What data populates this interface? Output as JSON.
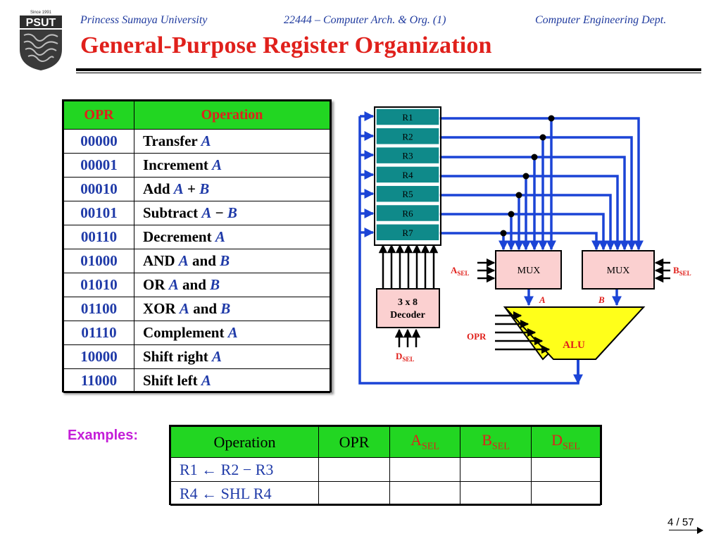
{
  "header": {
    "university": "Princess Sumaya University",
    "course": "22444 – Computer Arch. & Org. (1)",
    "department": "Computer Engineering Dept.",
    "title": "General-Purpose Register Organization"
  },
  "logo": {
    "text": "PSUT",
    "since": "Since 1991"
  },
  "opr_table": {
    "headers": [
      "OPR",
      "Operation"
    ],
    "rows": [
      {
        "code": "00000",
        "parts": [
          {
            "t": "Transfer ",
            "k": "s"
          },
          {
            "t": "A",
            "k": "v"
          }
        ]
      },
      {
        "code": "00001",
        "parts": [
          {
            "t": "Increment ",
            "k": "s"
          },
          {
            "t": "A",
            "k": "v"
          }
        ]
      },
      {
        "code": "00010",
        "parts": [
          {
            "t": "Add ",
            "k": "s"
          },
          {
            "t": "A",
            "k": "v"
          },
          {
            "t": " + ",
            "k": "s"
          },
          {
            "t": "B",
            "k": "v"
          }
        ]
      },
      {
        "code": "00101",
        "parts": [
          {
            "t": "Subtract ",
            "k": "s"
          },
          {
            "t": "A",
            "k": "v"
          },
          {
            "t": " − ",
            "k": "s"
          },
          {
            "t": "B",
            "k": "v"
          }
        ]
      },
      {
        "code": "00110",
        "parts": [
          {
            "t": "Decrement ",
            "k": "s"
          },
          {
            "t": "A",
            "k": "v"
          }
        ]
      },
      {
        "code": "01000",
        "parts": [
          {
            "t": "AND ",
            "k": "s"
          },
          {
            "t": "A",
            "k": "v"
          },
          {
            "t": " and ",
            "k": "s"
          },
          {
            "t": "B",
            "k": "v"
          }
        ]
      },
      {
        "code": "01010",
        "parts": [
          {
            "t": "OR ",
            "k": "s"
          },
          {
            "t": "A",
            "k": "v"
          },
          {
            "t": " and ",
            "k": "s"
          },
          {
            "t": "B",
            "k": "v"
          }
        ]
      },
      {
        "code": "01100",
        "parts": [
          {
            "t": "XOR ",
            "k": "s"
          },
          {
            "t": "A",
            "k": "v"
          },
          {
            "t": " and ",
            "k": "s"
          },
          {
            "t": "B",
            "k": "v"
          }
        ]
      },
      {
        "code": "01110",
        "parts": [
          {
            "t": "Complement ",
            "k": "s"
          },
          {
            "t": "A",
            "k": "v"
          }
        ]
      },
      {
        "code": "10000",
        "parts": [
          {
            "t": "Shift right ",
            "k": "s"
          },
          {
            "t": "A",
            "k": "v"
          }
        ]
      },
      {
        "code": "11000",
        "parts": [
          {
            "t": "Shift left ",
            "k": "s"
          },
          {
            "t": "A",
            "k": "v"
          }
        ]
      }
    ]
  },
  "diagram": {
    "registers": [
      "R1",
      "R2",
      "R3",
      "R4",
      "R5",
      "R6",
      "R7"
    ],
    "decoder_line1": "3 x 8",
    "decoder_line2": "Decoder",
    "mux_a": "MUX",
    "mux_b": "MUX",
    "alu": "ALU",
    "label_a": "A",
    "label_b": "B",
    "label_opr": "OPR",
    "asel_main": "A",
    "asel_sub": "SEL",
    "bsel_main": "B",
    "bsel_sub": "SEL",
    "dsel_main": "D",
    "dsel_sub": "SEL",
    "colors": {
      "bus": "#1b44d6",
      "register_fill": "#0f8a8a",
      "box_fill": "#fbd0d0",
      "alu_fill": "#ffff1a",
      "label_red": "#e0201b"
    }
  },
  "examples": {
    "label": "Examples:",
    "headers": [
      {
        "main": "Operation",
        "sub": "",
        "color": "black"
      },
      {
        "main": "OPR",
        "sub": "",
        "color": "black"
      },
      {
        "main": "A",
        "sub": "SEL",
        "color": "red"
      },
      {
        "main": "B",
        "sub": "SEL",
        "color": "red"
      },
      {
        "main": "D",
        "sub": "SEL",
        "color": "red"
      }
    ],
    "rows": [
      [
        "R1 ← R2 − R3",
        "",
        "",
        "",
        ""
      ],
      [
        "R4 ← SHL R4",
        "",
        "",
        "",
        ""
      ]
    ]
  },
  "footer": {
    "page": "4 / 57"
  }
}
